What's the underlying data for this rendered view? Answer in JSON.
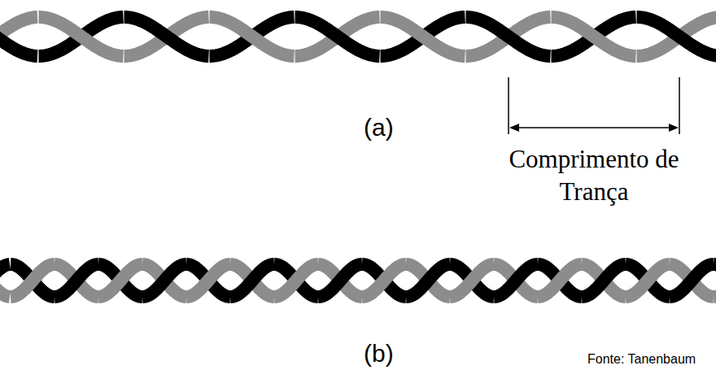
{
  "diagram": {
    "labels": [
      "(a)",
      "Comprimento de Trança",
      "(b)",
      "Fonte: Tanenbaum"
    ]
  }
}
